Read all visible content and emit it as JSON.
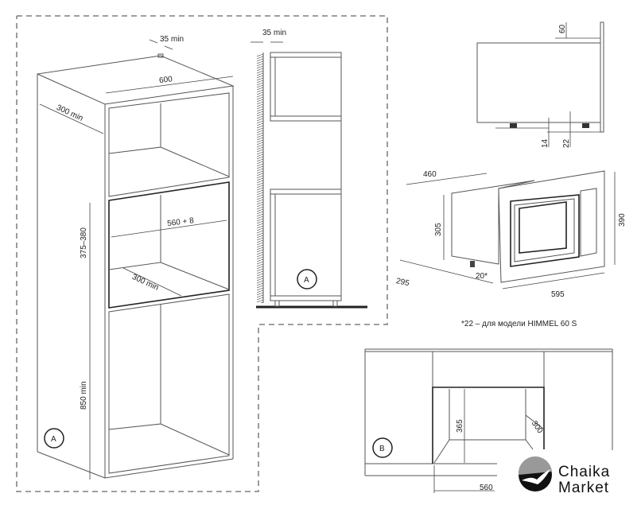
{
  "installation_column": {
    "dim_gap_top": "35 min",
    "dim_width": "600",
    "dim_depth_side": "300 min",
    "dim_niche_width": "560 + 8",
    "dim_niche_height": "375–380",
    "dim_niche_depth": "300 min",
    "dim_base_height": "850 min",
    "label": "A"
  },
  "side_view": {
    "dim_wall_gap": "35 min",
    "label": "A"
  },
  "appliance_side": {
    "dim_top": "60",
    "dim_feet": "14",
    "dim_frame": "22"
  },
  "appliance_iso": {
    "dim_depth": "460",
    "dim_body_height": "305",
    "dim_frame_height": "390",
    "dim_body_depth": "295",
    "dim_offset": "20*",
    "dim_frame_width": "595",
    "footnote": "*22 – для модели HIMMEL 60 S"
  },
  "wall_niche": {
    "dim_height": "365",
    "dim_depth": "300",
    "dim_width": "560",
    "label": "B"
  },
  "logo": {
    "line1": "Chaika",
    "line2": "Market"
  }
}
